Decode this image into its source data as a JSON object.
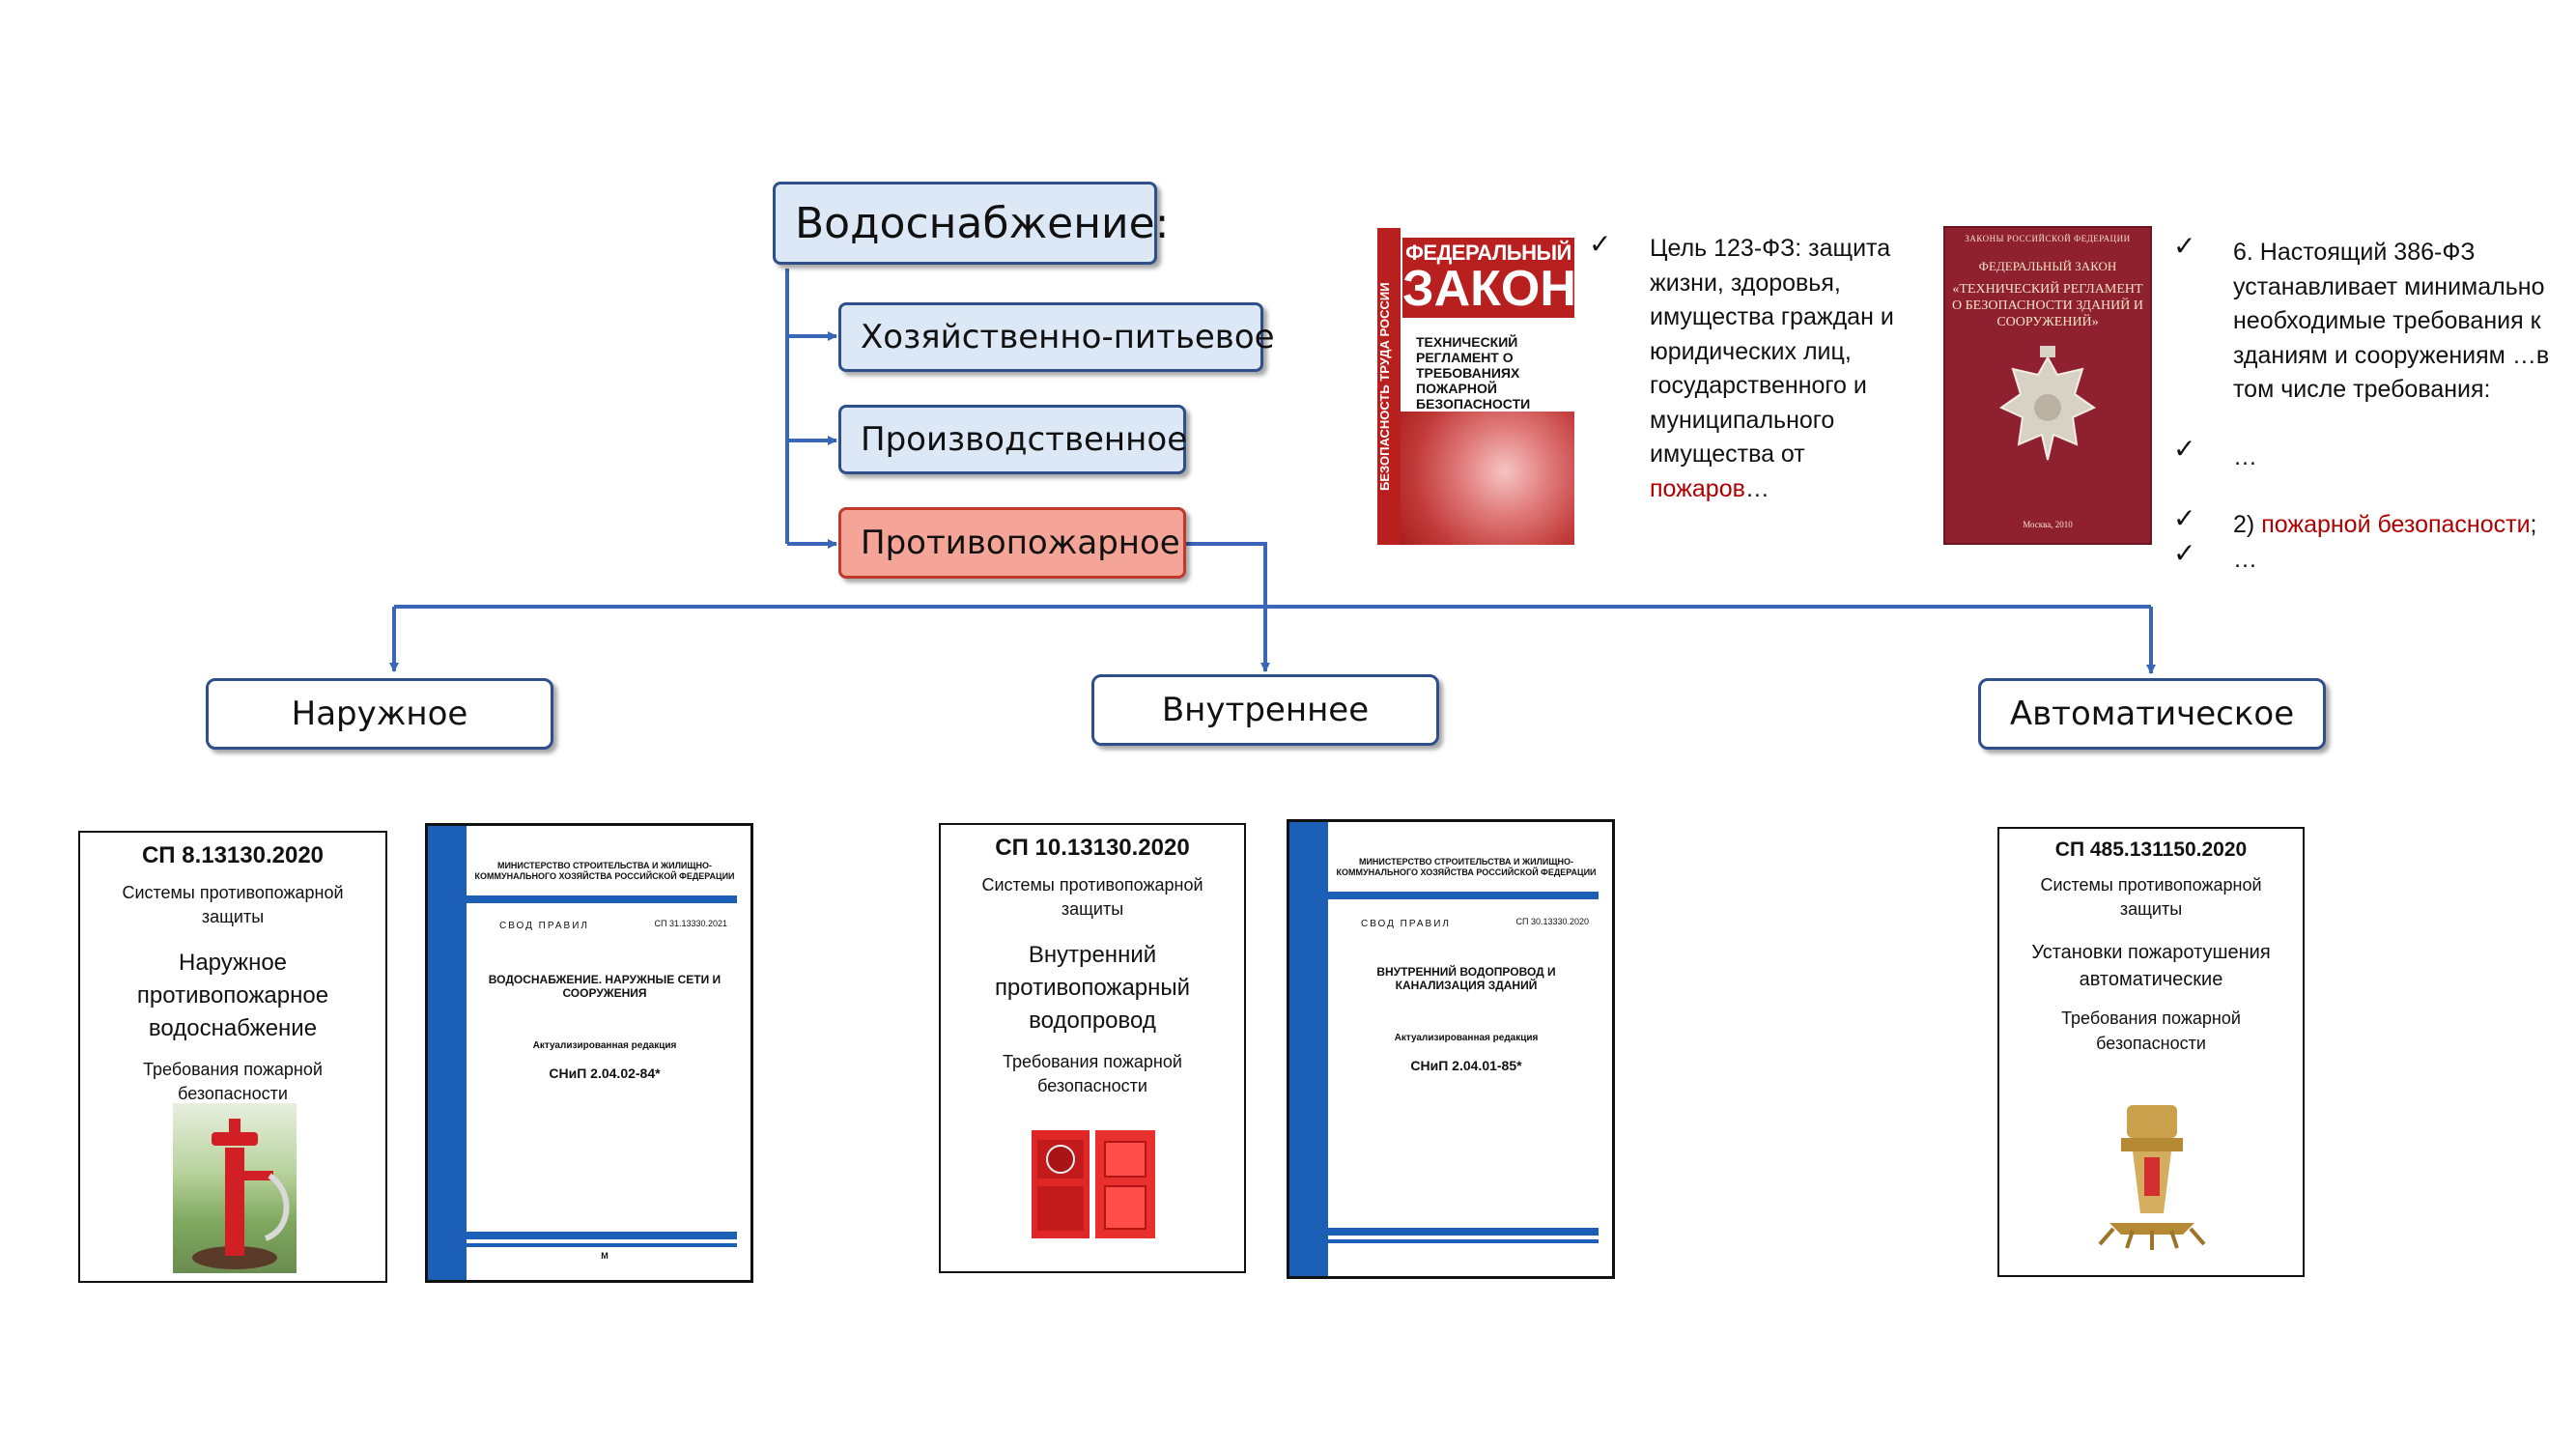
{
  "tree": {
    "root": "Водоснабжение:",
    "children": [
      "Хозяйственно-питьевое",
      "Производственное",
      "Противопожарное"
    ]
  },
  "categories": [
    "Наружное",
    "Внутреннее",
    "Автоматическое"
  ],
  "law123": {
    "cover_spine": "БЕЗОПАСНОСТЬ ТРУДА РОССИИ",
    "cover_title_line1": "ФЕДЕРАЛЬНЫЙ",
    "cover_title_line2": "ЗАКОН",
    "cover_subtitle": "ТЕХНИЧЕСКИЙ РЕГЛАМЕНТ О ТРЕБОВАНИЯХ ПОЖАРНОЙ БЕЗОПАСНОСТИ",
    "text_before": "Цель 123-ФЗ: защита жизни, здоровья, имущества граждан и юридических лиц, государственного и муниципального имущества от",
    "text_red": "пожаров",
    "text_after": "…"
  },
  "law386": {
    "cover_top": "ЗАКОНЫ РОССИЙСКОЙ ФЕДЕРАЦИИ",
    "cover_law": "ФЕДЕРАЛЬНЫЙ ЗАКОН",
    "cover_title": "«ТЕХНИЧЕСКИЙ РЕГЛАМЕНТ О БЕЗОПАСНОСТИ ЗДАНИЙ И СООРУЖЕНИЙ»",
    "cover_foot": "Москва, 2010",
    "text_main": "6. Настоящий 386-ФЗ устанавливает минимально необходимые требования к зданиям и сооружениям …в том числе требования:",
    "dots1": "…",
    "item_prefix": "2)",
    "item_red": "пожарной безопасности",
    "item_suffix": ";",
    "dots2": "…"
  },
  "docs": [
    {
      "code": "СП 8.13130.2020",
      "system": "Системы противопожарной защиты",
      "name": "Наружное противопожарное водоснабжение",
      "req": "Требования пожарной безопасности",
      "image": "fire-hydrant"
    },
    {
      "code": "СП 10.13130.2020",
      "system": "Системы противопожарной защиты",
      "name": "Внутренний противопожарный водопровод",
      "req": "Требования пожарной безопасности",
      "image": "fire-hose-cabinet"
    },
    {
      "code": "СП 485.131150.2020",
      "system": "Системы противопожарной защиты",
      "name": "Установки пожаротушения автоматические",
      "req": "Требования пожарной безопасности",
      "image": "sprinkler"
    }
  ],
  "snips": [
    {
      "ministry": "МИНИСТЕРСТВО СТРОИТЕЛЬСТВА И ЖИЛИЩНО-КОММУНАЛЬНОГО ХОЗЯЙСТВА РОССИЙСКОЙ ФЕДЕРАЦИИ",
      "svod": "СВОД ПРАВИЛ",
      "number": "СП 31.13330.2021",
      "title": "ВОДОСНАБЖЕНИЕ. НАРУЖНЫЕ СЕТИ И СООРУЖЕНИЯ",
      "actual": "Актуализированная редакция",
      "snip": "СНиП 2.04.02-84*",
      "footer": "М"
    },
    {
      "ministry": "МИНИСТЕРСТВО СТРОИТЕЛЬСТВА И ЖИЛИЩНО-КОММУНАЛЬНОГО ХОЗЯЙСТВА РОССИЙСКОЙ ФЕДЕРАЦИИ",
      "svod": "СВОД ПРАВИЛ",
      "number": "СП 30.13330.2020",
      "title": "ВНУТРЕННИЙ ВОДОПРОВОД И КАНАЛИЗАЦИЯ ЗДАНИЙ",
      "actual": "Актуализированная редакция",
      "snip": "СНиП 2.04.01-85*",
      "footer": ""
    }
  ]
}
